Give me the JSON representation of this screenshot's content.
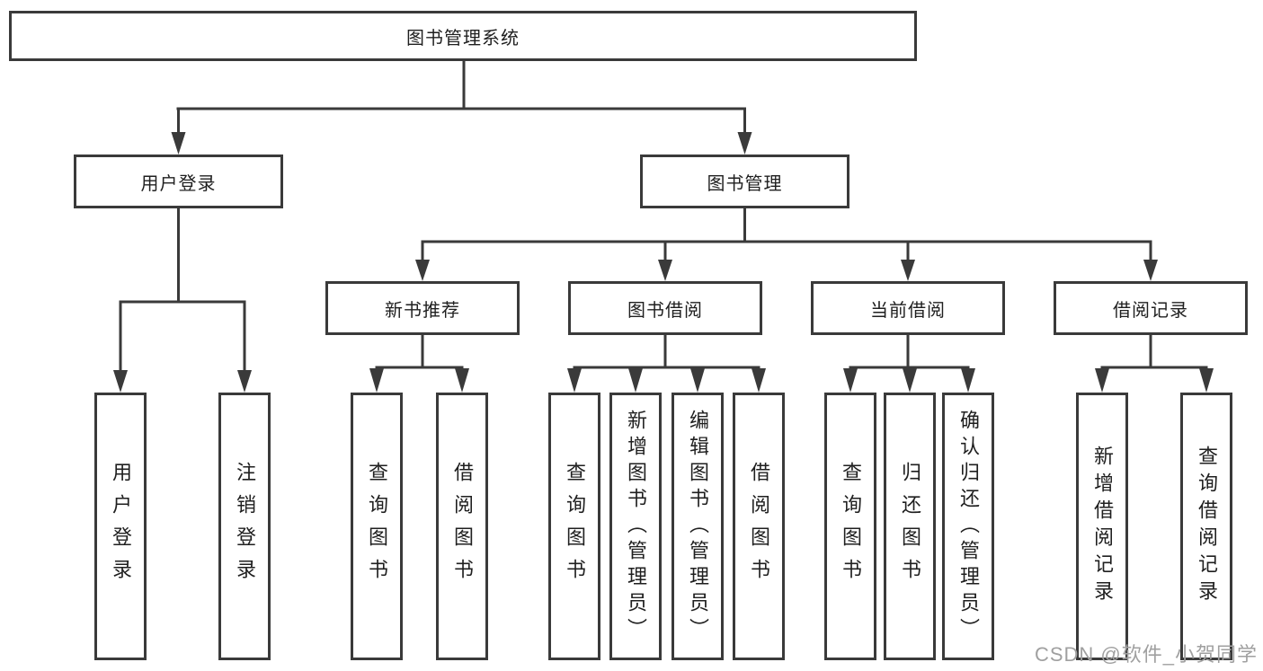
{
  "title": {
    "label": "图书管理系统"
  },
  "level2": {
    "user_login": "用户登录",
    "book_management": "图书管理"
  },
  "level3": {
    "new_book_recommend": "新书推荐",
    "book_borrowing": "图书借阅",
    "current_borrowing": "当前借阅",
    "borrowing_records": "借阅记录"
  },
  "level4": {
    "user_login_children": [
      "用户登录",
      "注销登录"
    ],
    "new_book_recommend_children": [
      "查询图书",
      "借阅图书"
    ],
    "book_borrowing_children": [
      "查询图书",
      "新增图书（管理员）",
      "编辑图书（管理员）",
      "借阅图书"
    ],
    "current_borrowing_children": [
      "查询图书",
      "归还图书",
      "确认归还（管理员）"
    ],
    "borrowing_records_children": [
      "新增借阅记录",
      "查询借阅记录"
    ]
  },
  "watermark": {
    "text": "CSDN @软件_小贺同学"
  },
  "colors": {
    "line": "#3a3a3a",
    "text": "#1f1f1f",
    "watermark": "#a0a0a0",
    "background": "#ffffff"
  }
}
